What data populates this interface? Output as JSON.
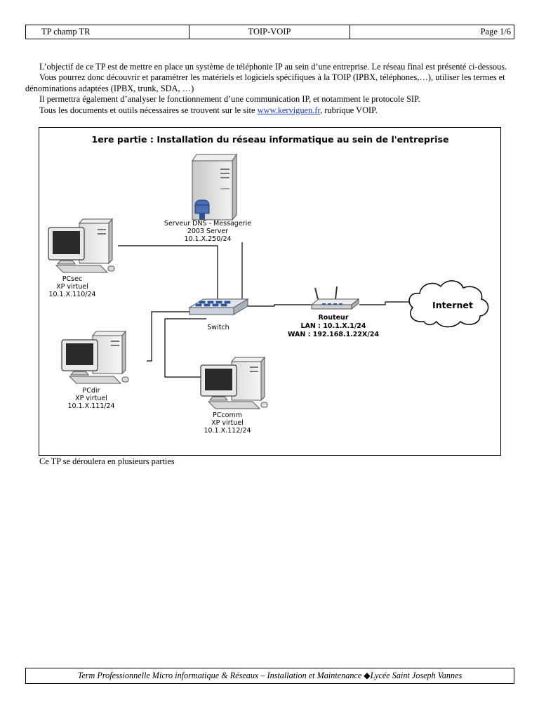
{
  "header": {
    "left": "TP champ TR",
    "center": "TOIP-VOIP",
    "right": "Page 1/6"
  },
  "intro": {
    "p1": "L’objectif de ce TP est de mettre en place un système de téléphonie IP au sein d’une entreprise. Le réseau final est présenté ci-dessous.",
    "p2": "Vous pourrez donc découvrir et paramétrer les matériels et logiciels spécifiques à la TOIP (IPBX, téléphones,…), utiliser les termes et dénominations adaptées (IPBX, trunk, SDA, …)",
    "p3": "Il permettra également d’analyser le fonctionnement d’une communication IP, et notamment le protocole SIP.",
    "p4_pre": "Tous les documents et outils nécessaires se trouvent sur le site ",
    "p4_link": "www.kerviguen.fr",
    "p4_post": ", rubrique VOIP."
  },
  "diagram": {
    "title": "1ere partie : Installation du réseau informatique au sein de l'entreprise",
    "server": {
      "line1": "Serveur DNS - Messagerie",
      "line2": "2003 Server",
      "line3": "10.1.X.250/24"
    },
    "pcsec": {
      "line1": "PCsec",
      "line2": "XP virtuel",
      "line3": "10.1.X.110/24"
    },
    "pcdir": {
      "line1": "PCdir",
      "line2": "XP virtuel",
      "line3": "10.1.X.111/24"
    },
    "pccomm": {
      "line1": "PCcomm",
      "line2": "XP virtuel",
      "line3": "10.1.X.112/24"
    },
    "switch": {
      "label": "Switch"
    },
    "router": {
      "line1": "Routeur",
      "line2": "LAN : 10.1.X.1/24",
      "line3": "WAN : 192.168.1.22X/24"
    },
    "internet": {
      "label": "Internet"
    }
  },
  "outro": "Ce TP se déroulera en plusieurs parties",
  "footer": "Term Professionnelle Micro informatique & Réseaux – Installation et Maintenance ◆Lycée Saint Joseph Vannes"
}
